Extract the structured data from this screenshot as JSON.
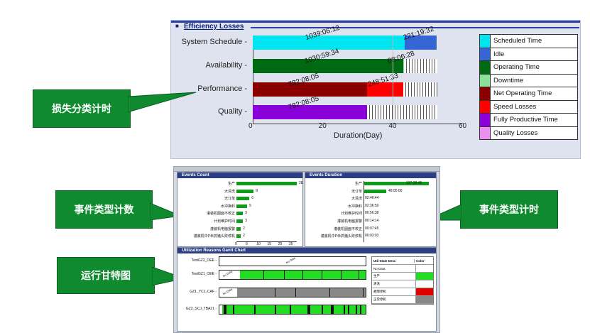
{
  "efficiency": {
    "panel_title": "Efficiency Losses",
    "chart_data": {
      "type": "bar",
      "orientation": "horizontal",
      "stacked": true,
      "categories": [
        "System Schedule",
        "Availability",
        "Performance",
        "Quality"
      ],
      "series": [
        {
          "name": "Scheduled Time",
          "values": [
            43.3,
            null,
            null,
            null
          ],
          "labels": [
            "1039:06:12",
            "",
            "",
            ""
          ],
          "color": "#00e5f0"
        },
        {
          "name": "Idle",
          "values": [
            9.2,
            null,
            null,
            null
          ],
          "labels": [
            "221:19:32",
            "",
            "",
            ""
          ],
          "color": "#3466d4"
        },
        {
          "name": "Operating Time",
          "values": [
            null,
            42.9,
            null,
            null
          ],
          "labels": [
            "",
            "1030:59:34",
            "",
            ""
          ],
          "color": "#006a12"
        },
        {
          "name": "Downtime",
          "values": [
            null,
            0.3,
            null,
            null
          ],
          "labels": [
            "",
            "08:06:28",
            "",
            ""
          ],
          "color": "#8be29a"
        },
        {
          "name": "Net Operating Time",
          "values": [
            null,
            null,
            32.6,
            null
          ],
          "labels": [
            "",
            "",
            "782:08:05",
            ""
          ],
          "color": "#8a0000"
        },
        {
          "name": "Speed Losses",
          "values": [
            null,
            null,
            10.4,
            null
          ],
          "labels": [
            "",
            "",
            "248:51:33",
            ""
          ],
          "color": "#ff0000"
        },
        {
          "name": "Fully Productive Time",
          "values": [
            null,
            null,
            null,
            32.6
          ],
          "labels": [
            "",
            "",
            "",
            "782:08:05"
          ],
          "color": "#8a00d8"
        },
        {
          "name": "Quality Losses",
          "values": [
            null,
            null,
            null,
            0
          ],
          "labels": [
            "",
            "",
            "",
            ""
          ],
          "color": "#ea8ef0"
        }
      ],
      "xlabel": "Duration(Day)",
      "xticks": [
        0,
        20,
        40,
        60
      ],
      "xlim": [
        0,
        60
      ],
      "legend_position": "right"
    }
  },
  "callouts": {
    "loss": "损失分类计时",
    "event_count": "事件类型计数",
    "event_duration": "事件类型计时",
    "gantt": "运行甘特图"
  },
  "dashboard": {
    "events_count": {
      "title": "Events Count",
      "chart_data": {
        "type": "bar",
        "orientation": "horizontal",
        "categories": [
          "生产",
          "大清洗",
          "无订单",
          "水冲换料",
          "灌装机图面不校正",
          "计划维护时间",
          "灌装机电脑报警",
          "灌装机中P未抓猪头败停机"
        ],
        "values": [
          28,
          8,
          6,
          5,
          3,
          3,
          2,
          2
        ],
        "xticks": [
          0,
          5,
          10,
          15,
          20,
          25
        ],
        "xlim": [
          0,
          28
        ]
      }
    },
    "events_duration": {
      "title": "Events Duration",
      "chart_data": {
        "type": "bar",
        "orientation": "horizontal",
        "categories": [
          "生产",
          "无订单",
          "大清洗",
          "水冲换料",
          "计划维护时间",
          "灌装机电脑报警",
          "灌装机图面不校正",
          "灌装机中P未抓猪头败停机"
        ],
        "labels": [
          "137:28:45",
          "48:05:00",
          "02:46:44",
          "02:36:50",
          "00:56:38",
          "00:14:14",
          "00:07:45",
          "00:03:03"
        ]
      }
    },
    "gantt": {
      "title": "Utilization Reasons Gantt Chart",
      "rows": [
        {
          "name": "TestGZ2_OEE",
          "label": "No Data"
        },
        {
          "name": "TestGZ1_OEE",
          "label": "No Data"
        },
        {
          "name": "GZ1_YCJ_CAF",
          "label": "No Data"
        },
        {
          "name": "GZ2_SCJ_TBA21",
          "label": ""
        }
      ],
      "legend_headers": [
        "Util State Desc",
        "Color"
      ],
      "legend": [
        {
          "label": "No Data",
          "color": "#ffffff"
        },
        {
          "label": "生产",
          "color": "#22dd22"
        },
        {
          "label": "清洗",
          "color": "#ffffff"
        },
        {
          "label": "故障停机",
          "color": "#e00000"
        },
        {
          "label": "正常停机",
          "color": "#888888"
        }
      ]
    }
  }
}
